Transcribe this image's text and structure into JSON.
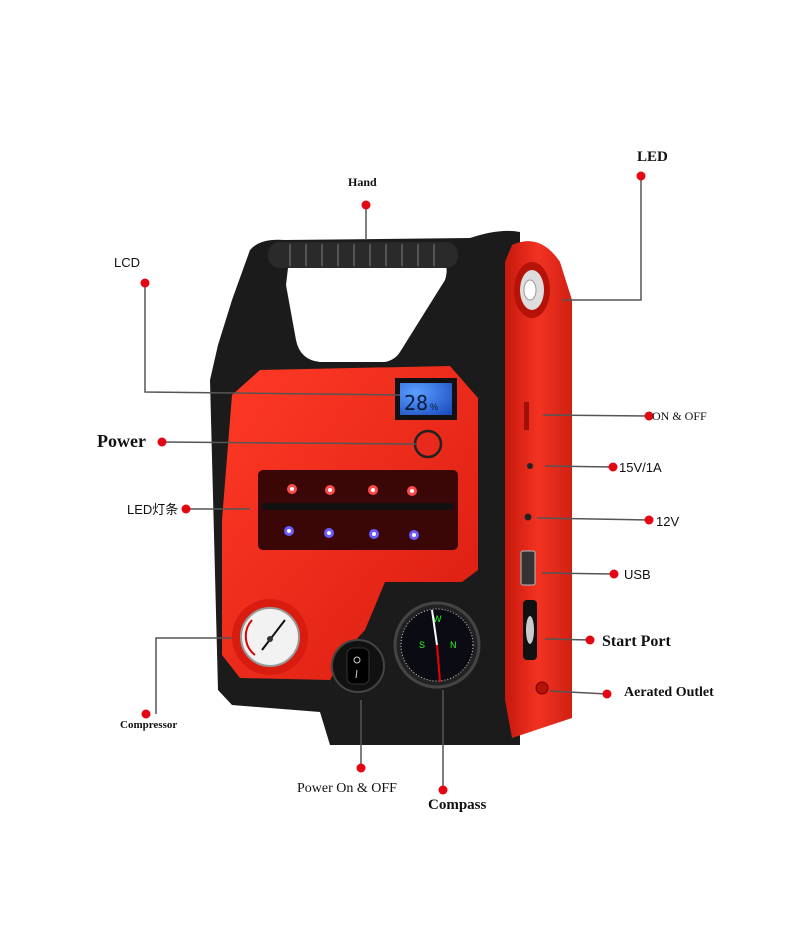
{
  "labels": {
    "hand": "Hand",
    "led": "LED",
    "lcd": "LCD",
    "power": "Power",
    "led_strip": "LED灯条",
    "on_off": "ON & OFF",
    "out_15v": "15V/1A",
    "out_12v": "12V",
    "usb": "USB",
    "start_port": "Start Port",
    "aerated_outlet": "Aerated Outlet",
    "compressor": "Compressor",
    "power_on_off": "Power On & OFF",
    "compass": "Compass"
  },
  "lcd_display": {
    "value": "28",
    "unit": "%"
  },
  "colors": {
    "accent": "#e30613",
    "body_red": "#e8291c",
    "shell": "#1b1b1b",
    "lcd": "#2a6fe0"
  }
}
